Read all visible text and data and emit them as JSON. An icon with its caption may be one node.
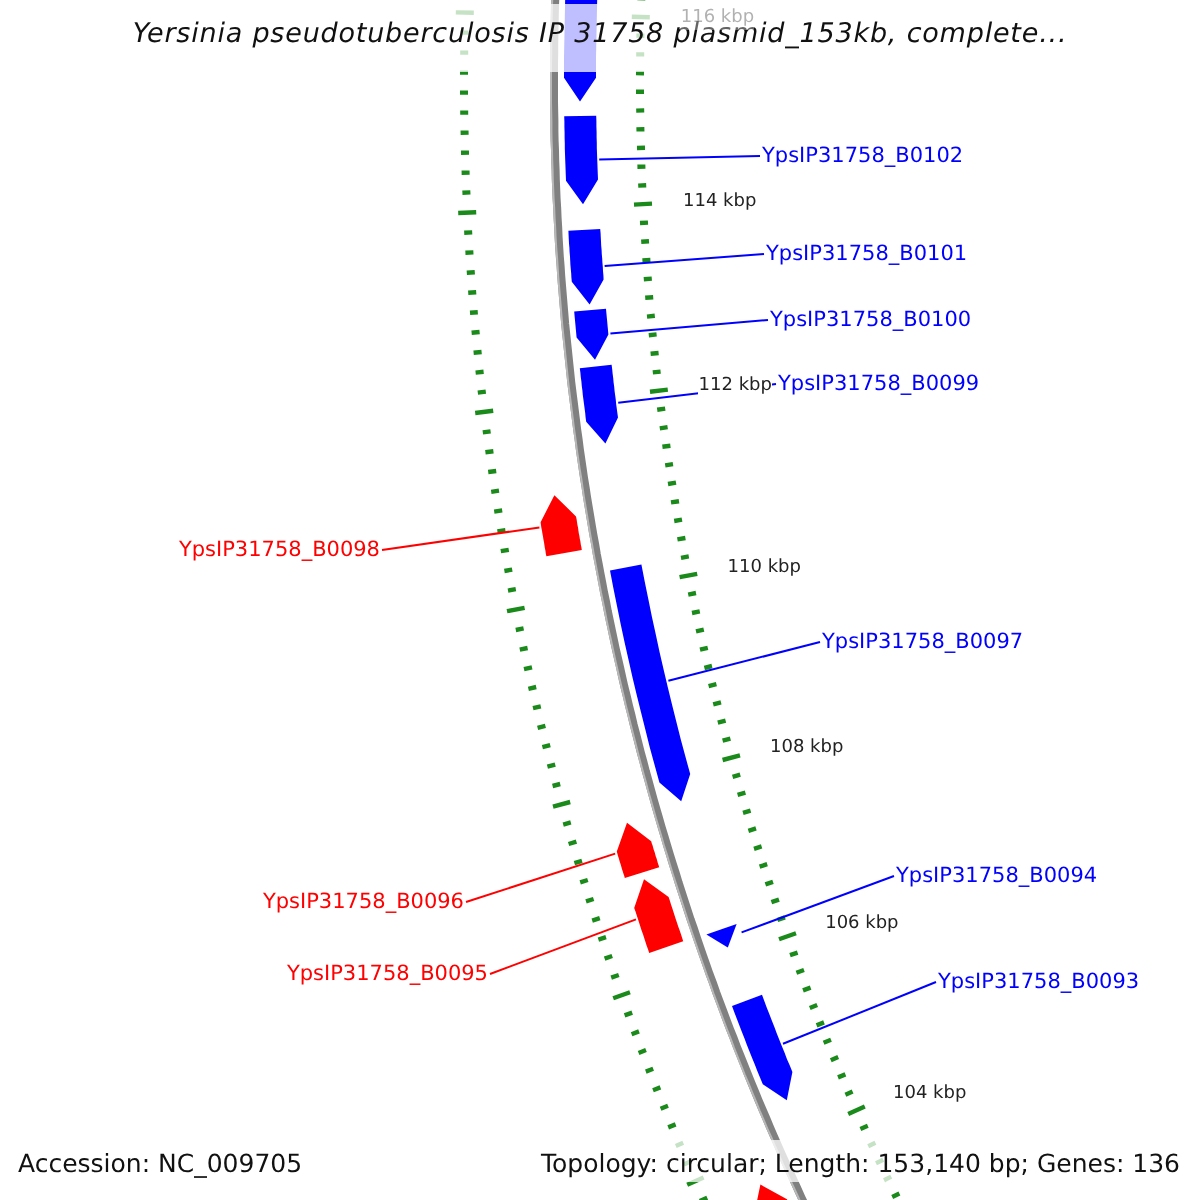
{
  "diagram": {
    "title": "Yersinia pseudotuberculosis IP 31758 plasmid_153kb, complete...",
    "nodes": [
      {
        "text": [],
        "shape": "bar"
      },
      {
        "text": [
          "YpsIP31758_B0102"
        ]
      },
      {
        "text": [],
        "shape": "bar"
      },
      {
        "text": [
          "YpsIP31758_B0101"
        ]
      },
      {
        "text": [],
        "shape": "bar"
      },
      {
        "text": [
          "YpsIP31758_B0100"
        ]
      },
      {
        "text": [],
        "shape": "bar"
      },
      {
        "text": [
          "YpsIP31758_B0099"
        ]
      },
      {
        "text": [],
        "shape": "bar"
      },
      {
        "text": [
          "YpsIP31758_B0098"
        ]
      },
      {
        "text": [],
        "shape": "bar"
      },
      {
        "text": [
          "YpsIP31758_B0097"
        ]
      },
      {
        "text": [],
        "shape": "bar"
      },
      {
        "text": [
          "YpsIP31758_B0094"
        ]
      },
      {
        "text": [],
        "shape": "bar"
      },
      {
        "text": [
          "YpsIP31758_B0096"
        ]
      },
      {
        "text": [],
        "shape": "bar"
      },
      {
        "text": [
          "YpsIP31758_B0095"
        ]
      },
      {
        "text": [],
        "shape": "bar"
      },
      {
        "text": [
          "YpsIP31758_B0093"
        ]
      },
      {
        "text": [],
        "shape": "bar"
      },
      {
        "text": [],
        "shape": "bar"
      }
    ],
    "edges": [
      {
        "from": 1,
        "to": 2,
        "arrow": "none"
      },
      {
        "from": 3,
        "to": 4,
        "arrow": "none"
      },
      {
        "from": 5,
        "to": 6,
        "arrow": "none"
      },
      {
        "from": 7,
        "to": 8,
        "arrow": "none"
      },
      {
        "from": 9,
        "to": 10,
        "arrow": "none",
        "color": "#ff0000"
      },
      {
        "from": 11,
        "to": 12,
        "arrow": "none"
      },
      {
        "from": 13,
        "to": 14,
        "arrow": "none"
      },
      {
        "from": 15,
        "to": 16,
        "arrow": "none",
        "color": "#ff0000"
      },
      {
        "from": 17,
        "to": 18,
        "arrow": "none",
        "color": "#ff0000"
      },
      {
        "from": 19,
        "to": 20,
        "arrow": "none"
      }
    ],
    "labels": [
      "116 kbp",
      "114 kbp",
      "112 kbp",
      "110 kbp",
      "108 kbp",
      "106 kbp",
      "104 kbp",
      "Accession: NC_009705",
      "Topology: circular; Length: 153,140 bp; Genes: 136"
    ]
  }
}
